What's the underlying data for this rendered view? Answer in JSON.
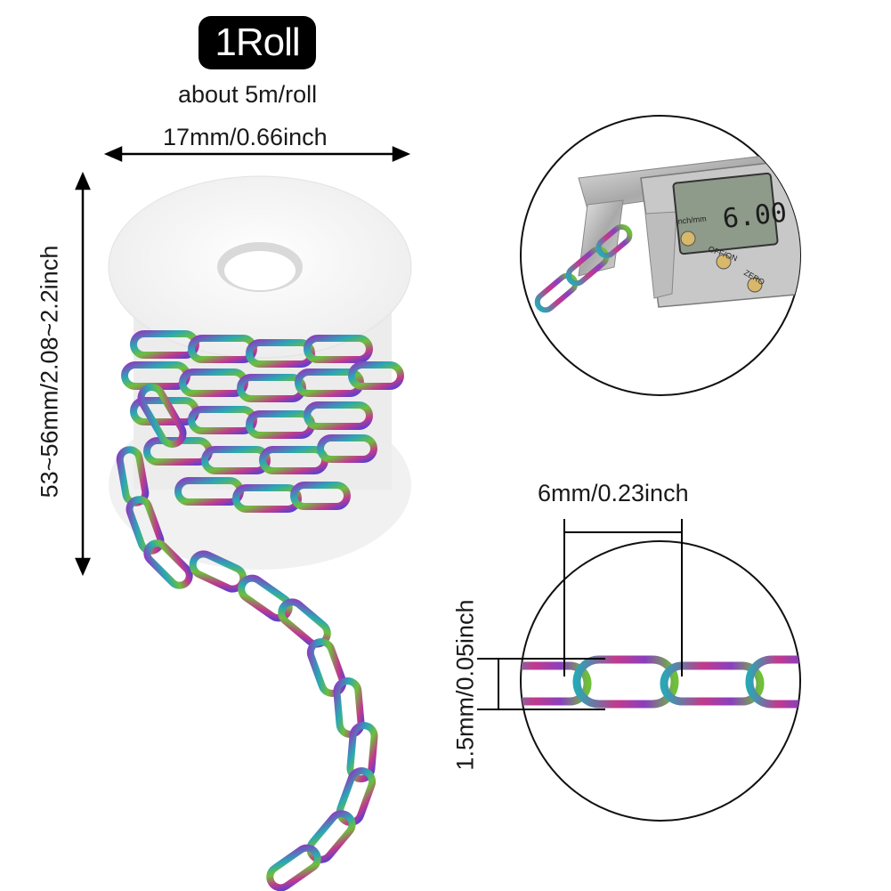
{
  "product": {
    "badge": "1Roll",
    "length_note": "about 5m/roll"
  },
  "dimensions": {
    "width": "17mm/0.66inch",
    "height": "53~56mm/2.08~2.2inch",
    "link_length": "6mm/0.23inch",
    "link_width": "1.5mm/0.05inch"
  },
  "caliper": {
    "unit_buttons": [
      "inch/mm",
      "OFF/ON",
      "ZERO"
    ],
    "display_reading": "6.00"
  },
  "colors": {
    "chain_purple": "#8a3fbf",
    "chain_teal": "#2aa7b5",
    "chain_green": "#6fbf3a",
    "chain_magenta": "#c23a8c",
    "badge_bg": "#000000"
  }
}
